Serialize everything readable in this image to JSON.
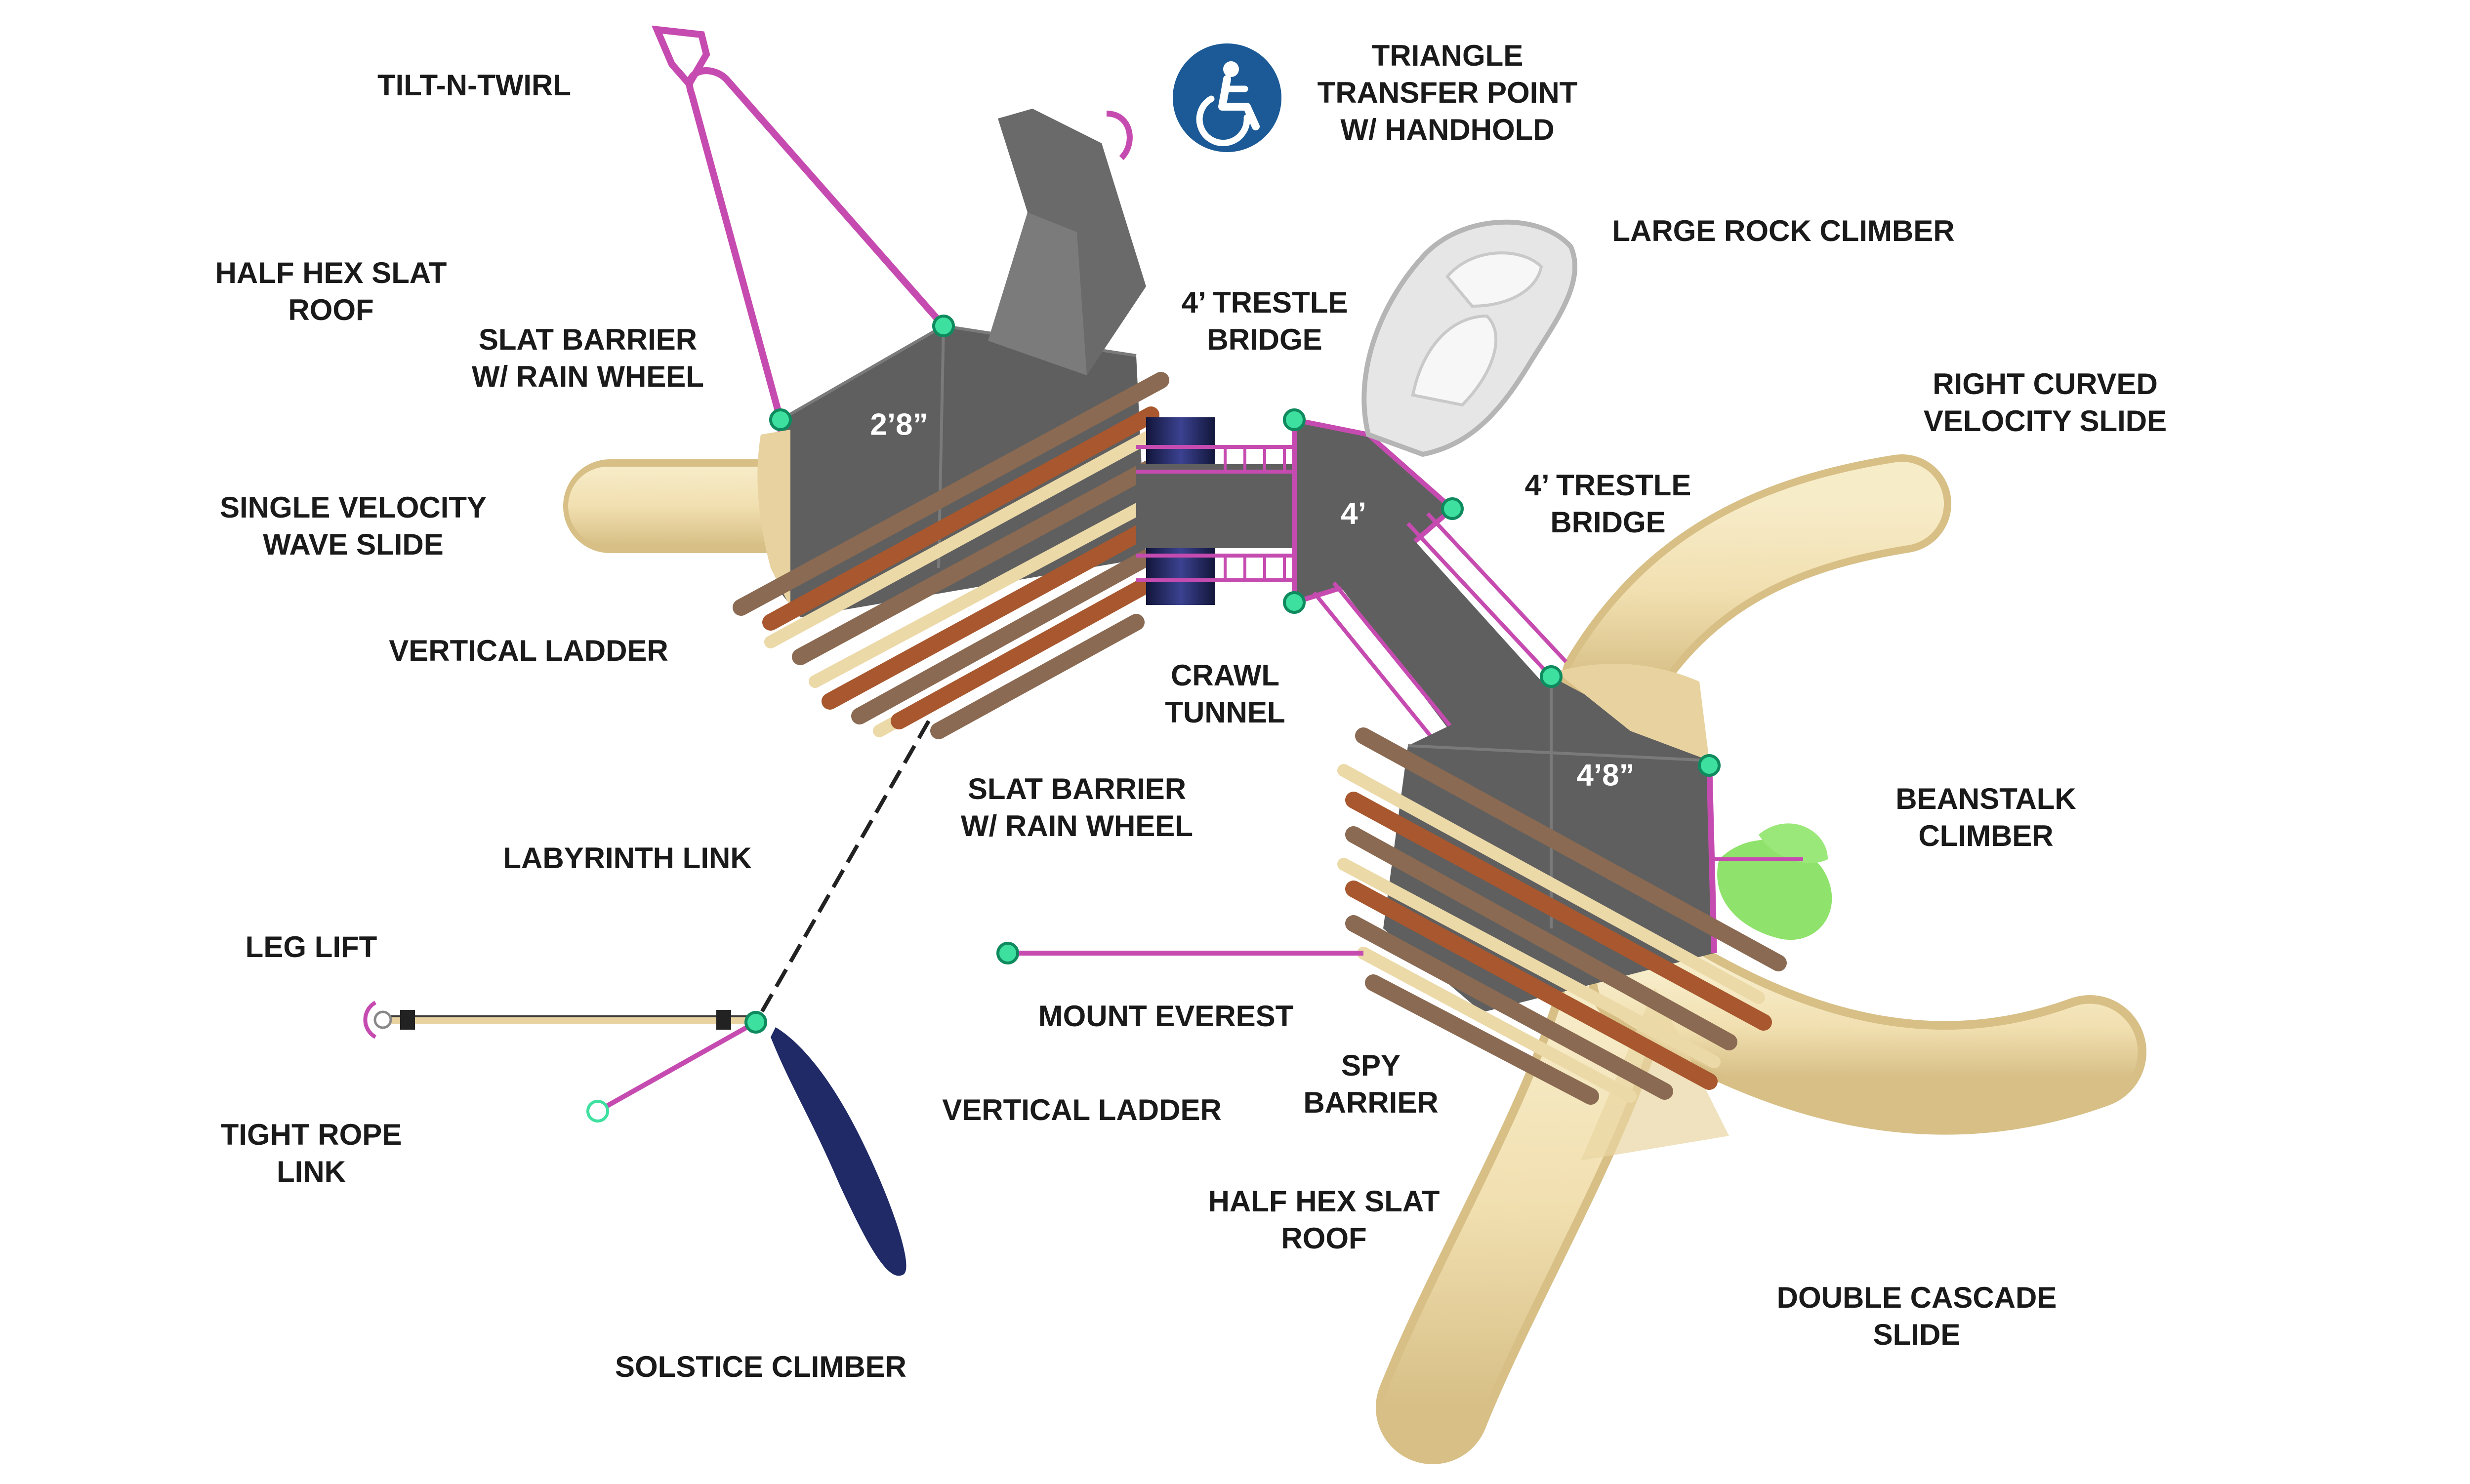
{
  "colors": {
    "deck": "#5f5f5f",
    "deck_dark": "#4a4a4a",
    "slide": "#f1dfb0",
    "slide_shade": "#d7bf86",
    "pink_rail": "#c64bb0",
    "connector": "#3ee0a0",
    "barrier_brown": "#8a6a52",
    "barrier_rust": "#a8572e",
    "barrier_cream": "#ecd9a8",
    "tunnel_blue": "#23285e",
    "climber_blue": "#1f2a66",
    "rock": "#e6e6e6",
    "vine_green": "#8fe26b",
    "access_blue": "#1b5a96"
  },
  "icons": {
    "accessibility": "wheelchair-icon"
  },
  "deck_heights": {
    "left": "2’8”",
    "center": "4’",
    "right": "4’8”"
  },
  "labels": {
    "tilt_n_twirl": "TILT-N-TWIRL",
    "triangle_transfer": [
      "TRIANGLE",
      "TRANSFER POINT",
      "W/ HANDHOLD"
    ],
    "large_rock_climber": "LARGE ROCK CLIMBER",
    "half_hex_roof_top": [
      "HALF HEX SLAT",
      "ROOF"
    ],
    "slat_barrier_top": [
      "SLAT BARRIER",
      "W/ RAIN WHEEL"
    ],
    "trestle_bridge_top": [
      "4’ TRESTLE",
      "BRIDGE"
    ],
    "right_curved_slide": [
      "RIGHT CURVED",
      "VELOCITY SLIDE"
    ],
    "single_velocity_slide": [
      "SINGLE VELOCITY",
      "WAVE SLIDE"
    ],
    "trestle_bridge_right": [
      "4’ TRESTLE",
      "BRIDGE"
    ],
    "vertical_ladder_left": "VERTICAL LADDER",
    "crawl_tunnel": [
      "CRAWL",
      "TUNNEL"
    ],
    "slat_barrier_mid": [
      "SLAT BARRIER",
      "W/ RAIN WHEEL"
    ],
    "beanstalk_climber": [
      "BEANSTALK",
      "CLIMBER"
    ],
    "labyrinth_link": "LABYRINTH LINK",
    "leg_lift": "LEG LIFT",
    "mount_everest": "MOUNT EVEREST",
    "vertical_ladder_mid": "VERTICAL LADDER",
    "spy_barrier": [
      "SPY",
      "BARRIER"
    ],
    "tight_rope_link": [
      "TIGHT ROPE",
      "LINK"
    ],
    "half_hex_roof_bottom": [
      "HALF HEX SLAT",
      "ROOF"
    ],
    "double_cascade_slide": [
      "DOUBLE CASCADE",
      "SLIDE"
    ],
    "solstice_climber": "SOLSTICE CLIMBER"
  }
}
